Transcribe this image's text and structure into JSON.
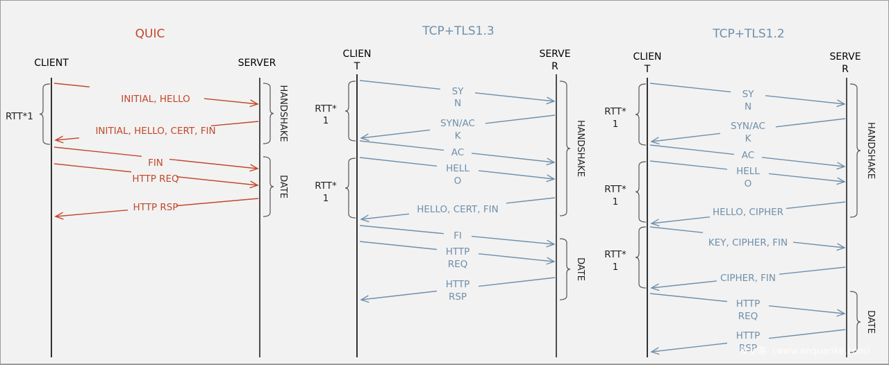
{
  "colors": {
    "quic": "#c0482a",
    "tcp": "#6f8faa",
    "lifeline": "#000000",
    "brace": "#555555",
    "background": "#f2f2f2"
  },
  "watermark": "安全客（www.anquanke.com）",
  "diagrams": [
    {
      "id": "quic",
      "title": "QUIC",
      "color_key": "quic",
      "client_label": [
        "CLIENT"
      ],
      "server_label": [
        "SERVER"
      ],
      "messages": [
        {
          "label": [
            "INITIAL, HELLO"
          ],
          "direction": "to-server"
        },
        {
          "label": [
            "INITIAL, HELLO, CERT, FIN"
          ],
          "direction": "to-client"
        },
        {
          "label": [
            "FIN"
          ],
          "direction": "to-server"
        },
        {
          "label": [
            "HTTP REQ"
          ],
          "direction": "to-server"
        },
        {
          "label": [
            "HTTP RSP"
          ],
          "direction": "to-client"
        }
      ],
      "rtt_braces": [
        {
          "label": [
            "RTT*1"
          ]
        }
      ],
      "phases": [
        {
          "label": "HANDSHAKE"
        },
        {
          "label": "DATE"
        }
      ]
    },
    {
      "id": "tcp-tls13",
      "title": "TCP+TLS1.3",
      "color_key": "tcp",
      "client_label": [
        "CLIEN",
        "T"
      ],
      "server_label": [
        "SERVE",
        "R"
      ],
      "messages": [
        {
          "label": [
            "SY",
            "N"
          ],
          "direction": "to-server"
        },
        {
          "label": [
            "SYN/AC",
            "K"
          ],
          "direction": "to-client"
        },
        {
          "label": [
            "AC"
          ],
          "direction": "to-server"
        },
        {
          "label": [
            "HELL",
            "O"
          ],
          "direction": "to-server"
        },
        {
          "label": [
            "HELLO, CERT, FIN"
          ],
          "direction": "to-client"
        },
        {
          "label": [
            "FI"
          ],
          "direction": "to-server"
        },
        {
          "label": [
            "HTTP",
            "REQ"
          ],
          "direction": "to-server"
        },
        {
          "label": [
            "HTTP",
            "RSP"
          ],
          "direction": "to-client"
        }
      ],
      "rtt_braces": [
        {
          "label": [
            "RTT*",
            "1"
          ]
        },
        {
          "label": [
            "RTT*",
            "1"
          ]
        }
      ],
      "phases": [
        {
          "label": "HANDSHAKE"
        },
        {
          "label": "DATE"
        }
      ]
    },
    {
      "id": "tcp-tls12",
      "title": "TCP+TLS1.2",
      "color_key": "tcp",
      "client_label": [
        "CLIEN",
        "T"
      ],
      "server_label": [
        "SERVE",
        "R"
      ],
      "messages": [
        {
          "label": [
            "SY",
            "N"
          ],
          "direction": "to-server"
        },
        {
          "label": [
            "SYN/AC",
            "K"
          ],
          "direction": "to-client"
        },
        {
          "label": [
            "AC"
          ],
          "direction": "to-server"
        },
        {
          "label": [
            "HELL",
            "O"
          ],
          "direction": "to-server"
        },
        {
          "label": [
            "HELLO, CIPHER"
          ],
          "direction": "to-client"
        },
        {
          "label": [
            "KEY, CIPHER, FIN"
          ],
          "direction": "to-server"
        },
        {
          "label": [
            "CIPHER, FIN"
          ],
          "direction": "to-client"
        },
        {
          "label": [
            "HTTP",
            "REQ"
          ],
          "direction": "to-server"
        },
        {
          "label": [
            "HTTP",
            "RSP"
          ],
          "direction": "to-client"
        }
      ],
      "rtt_braces": [
        {
          "label": [
            "RTT*",
            "1"
          ]
        },
        {
          "label": [
            "RTT*",
            "1"
          ]
        },
        {
          "label": [
            "RTT*",
            "1"
          ]
        }
      ],
      "phases": [
        {
          "label": "HANDSHAKE"
        },
        {
          "label": "DATE"
        }
      ]
    }
  ]
}
